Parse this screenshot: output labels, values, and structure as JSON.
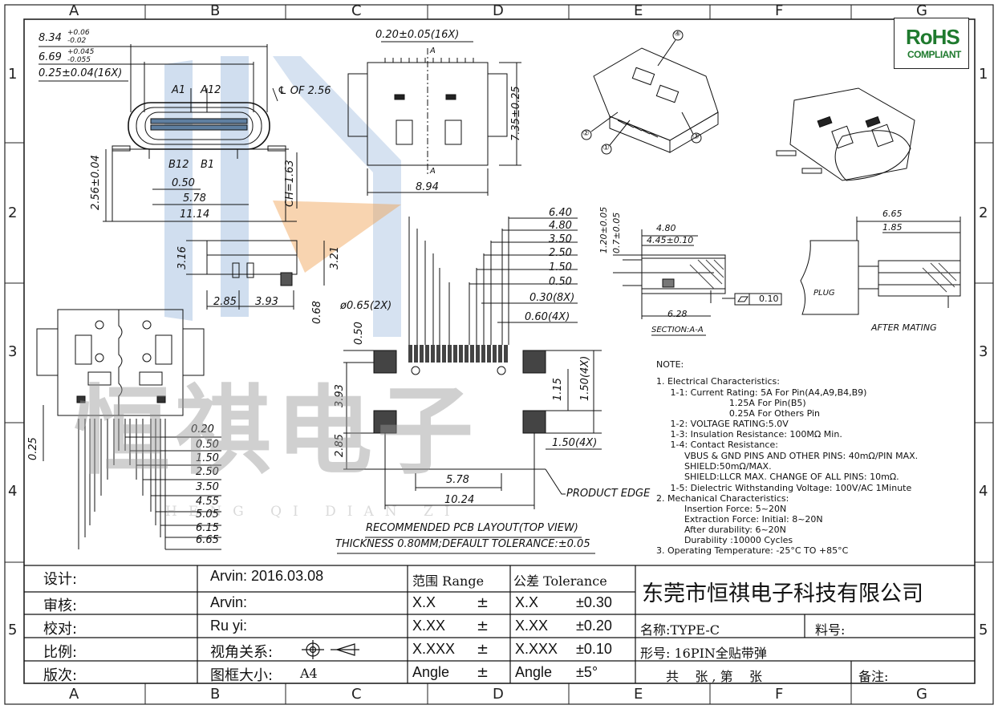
{
  "zones": {
    "columns": [
      "A",
      "B",
      "C",
      "D",
      "E",
      "F",
      "G"
    ],
    "rows": [
      "1",
      "2",
      "3",
      "4",
      "5"
    ]
  },
  "rohs": {
    "title": "RoHS",
    "subtitle": "COMPLIANT"
  },
  "watermark": {
    "chars": "恒祺电子",
    "pinyin": "HENG QI DIAN ZI"
  },
  "front_view": {
    "d1": "8.34",
    "d1_tol_plus": "+0.06",
    "d1_tol_minus": "-0.02",
    "d2": "6.69",
    "d2_tol_plus": "+0.045",
    "d2_tol_minus": "-0.055",
    "d3": "0.25±0.04(16X)",
    "pin_a1": "A1",
    "pin_a12": "A12",
    "pin_b12": "B12",
    "pin_b1": "B1",
    "cl": "℄ OF 2.56",
    "h1": "2.56±0.04",
    "ch": "CH=1.63",
    "w1": "0.50",
    "w2": "5.78",
    "w3": "11.14"
  },
  "side_view": {
    "h1": "3.16",
    "h2": "3.21",
    "w1": "2.85",
    "w2": "3.93",
    "h3": "0.68"
  },
  "top_view": {
    "pitch": "0.20±0.05(16X)",
    "height": "7.35±0.25",
    "width": "8.94",
    "sec_a": "A"
  },
  "iso_callouts": [
    "①",
    "②",
    "③",
    "④"
  ],
  "section": {
    "d1": "1.20±0.05",
    "d2": "0.7±0.05",
    "d3": "4.80",
    "d4": "4.45±0.10",
    "d5": "6.28",
    "flat": "0.10",
    "label": "SECTION:A-A"
  },
  "mating": {
    "d1": "6.65",
    "d2": "1.85",
    "plug": "PLUG",
    "label": "AFTER MATING"
  },
  "pcb_layout": {
    "right_dims": [
      "6.40",
      "4.80",
      "3.50",
      "2.50",
      "1.50",
      "0.50",
      "0.30(8X)",
      "0.60(4X)"
    ],
    "hole": "ø0.65(2X)",
    "v_left": [
      "0.50",
      "3.93",
      "2.85"
    ],
    "v_right": [
      "1.15",
      "1.50(4X)"
    ],
    "h_right": "1.50(4X)",
    "bottom": [
      "5.78",
      "10.24"
    ],
    "edge": "PRODUCT EDGE",
    "title": "RECOMMENDED PCB LAYOUT(TOP VIEW)",
    "subtitle": "THICKNESS 0.80MM;DEFAULT TOLERANCE:±0.05"
  },
  "bottom_view": {
    "dims": [
      "0.20",
      "0.50",
      "1.50",
      "2.50",
      "3.50",
      "4.55",
      "5.05",
      "6.15",
      "6.65"
    ],
    "left_dim": "0.25"
  },
  "notes": {
    "header": "NOTE:",
    "lines": [
      "1. Electrical Characteristics:",
      "     1-1: Current Rating: 5A For Pin(A4,A9,B4,B9)",
      "                          1.25A For Pin(B5)",
      "                          0.25A For Others Pin",
      "     1-2: VOLTAGE RATING:5.0V",
      "     1-3: Insulation Resistance: 100MΩ Min.",
      "     1-4: Contact Resistance:",
      "          VBUS & GND PINS AND OTHER PINS: 40mΩ/PIN MAX.",
      "          SHIELD:50mΩ/MAX.",
      "          SHIELD:LLCR MAX. CHANGE OF ALL PINS: 10mΩ.",
      "     1-5: Dielectric Withstanding Voltage: 100V/AC 1Minute",
      "2. Mechanical Characteristics:",
      "          Insertion Force: 5~20N",
      "          Extraction Force: Initial: 8~20N",
      "          After durability: 6~20N",
      "          Durability :10000 Cycles",
      "3. Operating Temperature: -25°C TO +85°C"
    ]
  },
  "title_block": {
    "design_label": "设计:",
    "design_value": "Arvin:  2016.03.08",
    "review_label": "审核:",
    "review_value": "Arvin:",
    "check_label": "校对:",
    "check_value": "Ru yi:",
    "scale_label": "比例:",
    "view_label": "视角关系:",
    "rev_label": "版次:",
    "frame_label": "图框大小:",
    "frame_value": "A4",
    "range_header": "范围 Range",
    "tol_header": "公差 Tolerance",
    "range_rows": [
      "X.X",
      "X.XX",
      "X.XXX",
      "Angle"
    ],
    "pm": "±",
    "tol_rows": [
      "X.X",
      "X.XX",
      "X.XXX",
      "Angle"
    ],
    "tol_values": [
      "±0.30",
      "±0.20",
      "±0.10",
      "±5°"
    ],
    "company": "东莞市恒祺电子科技有限公司",
    "name": "名称:TYPE-C",
    "part_no": "料号:",
    "model": "形号: 16PIN全贴带弹",
    "sheets": "共    张 , 第    张",
    "remark": "备注:"
  }
}
